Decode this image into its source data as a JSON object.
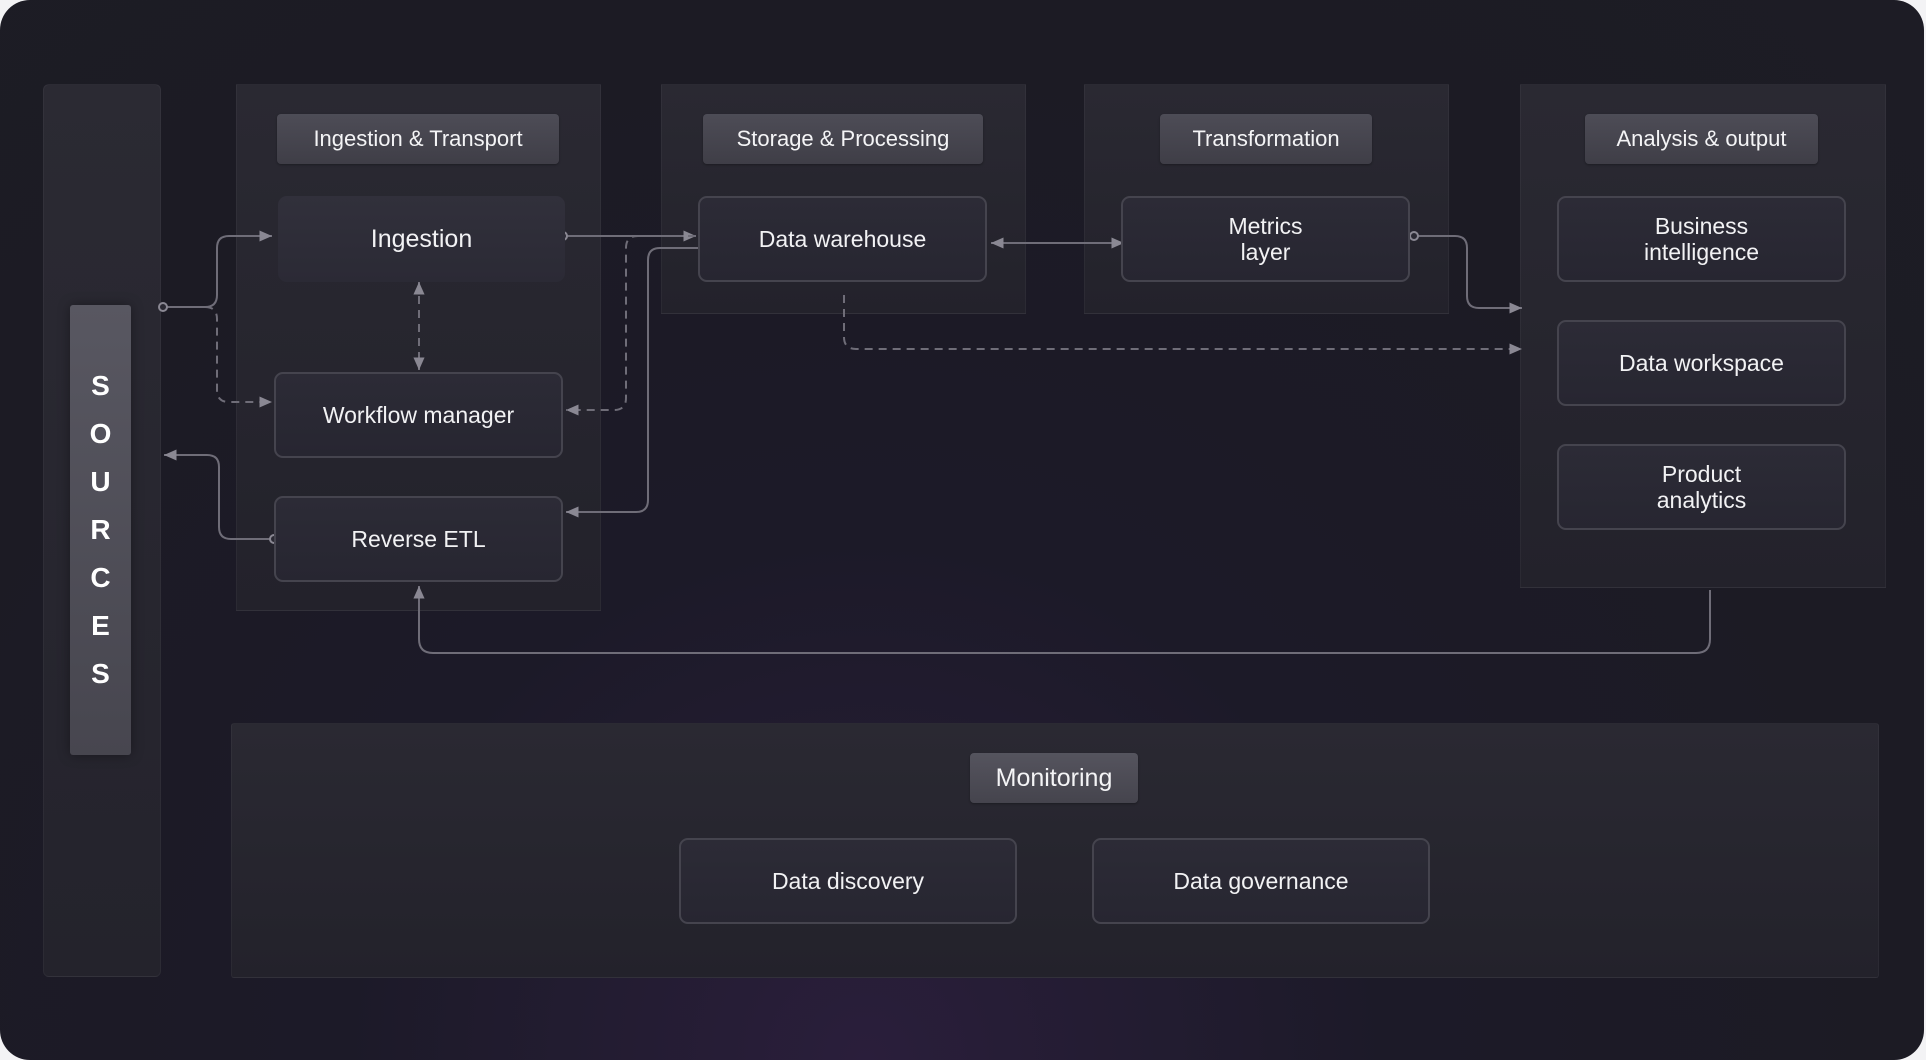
{
  "sources": {
    "letters": [
      "S",
      "O",
      "U",
      "R",
      "C",
      "E",
      "S"
    ]
  },
  "columns": {
    "ingestion_transport": {
      "title": "Ingestion & Transport",
      "ingestion": "Ingestion",
      "workflow_manager": "Workflow manager",
      "reverse_etl": "Reverse ETL"
    },
    "storage_processing": {
      "title": "Storage & Processing",
      "data_warehouse": "Data warehouse"
    },
    "transformation": {
      "title": "Transformation",
      "metrics_layer": "Metrics layer"
    },
    "analysis_output": {
      "title": "Analysis & output",
      "business_intelligence": "Business intelligence",
      "data_workspace": "Data workspace",
      "product_analytics": "Product analytics"
    }
  },
  "monitoring": {
    "title": "Monitoring",
    "data_discovery": "Data discovery",
    "data_governance": "Data governance"
  },
  "colors": {
    "background": "#1c1b24",
    "panel": "#26252e",
    "node_border": "#45444e",
    "connector": "#8a8893"
  }
}
